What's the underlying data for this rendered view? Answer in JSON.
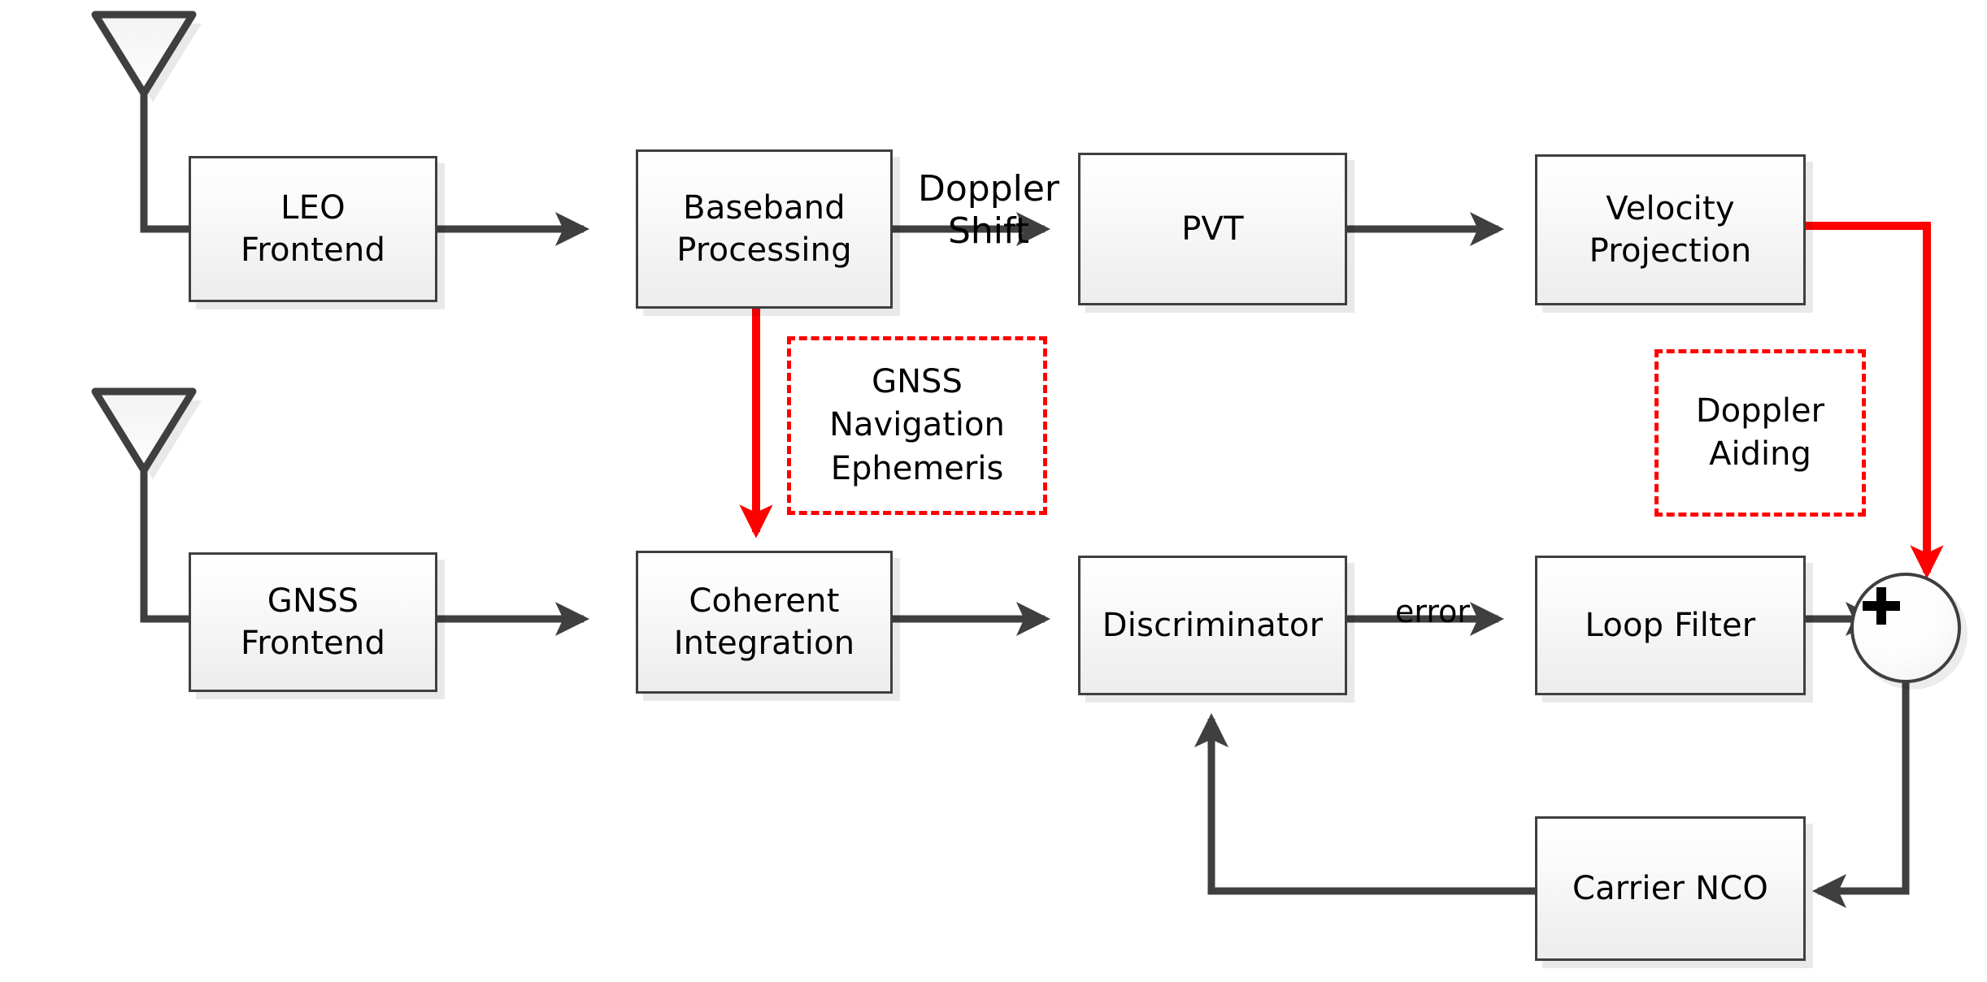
{
  "diagram": {
    "title": "LEO-aided GNSS receiver Doppler aiding block diagram",
    "background_color": "#ffffff",
    "box_border_color": "#3f3f3f",
    "wire_color": "#3f3f3f",
    "accent_color": "#ff0000",
    "text_color": "#000000"
  },
  "antennas": [
    {
      "name": "leo-antenna",
      "label": ""
    },
    {
      "name": "gnss-antenna",
      "label": ""
    }
  ],
  "blocks": [
    {
      "id": "leo_frontend",
      "label": "LEO\nFrontend"
    },
    {
      "id": "baseband_processing",
      "label": "Baseband\nProcessing"
    },
    {
      "id": "pvt",
      "label": "PVT"
    },
    {
      "id": "velocity_projection",
      "label": "Velocity\nProjection"
    },
    {
      "id": "gnss_frontend",
      "label": "GNSS\nFrontend"
    },
    {
      "id": "coherent_integration",
      "label": "Coherent\nIntegration"
    },
    {
      "id": "discriminator",
      "label": "Discriminator"
    },
    {
      "id": "loop_filter",
      "label": "Loop Filter"
    },
    {
      "id": "carrier_nco",
      "label": "Carrier NCO"
    }
  ],
  "annotations": [
    {
      "id": "gnss_nav_ephemeris",
      "label": "GNSS\nNavigation\nEphemeris",
      "style": "red-dashed"
    },
    {
      "id": "doppler_aiding",
      "label": "Doppler\nAiding",
      "style": "red-dashed"
    }
  ],
  "edge_labels": [
    {
      "id": "doppler_shift",
      "label": "Doppler\nShift"
    },
    {
      "id": "error",
      "label": "error"
    }
  ],
  "sum_junction": {
    "id": "summing_junction",
    "symbol": "+"
  },
  "connections": [
    {
      "from": "leo-antenna",
      "to": "leo_frontend",
      "color": "#3f3f3f"
    },
    {
      "from": "leo_frontend",
      "to": "baseband_processing",
      "color": "#3f3f3f"
    },
    {
      "from": "baseband_processing",
      "to": "pvt",
      "color": "#3f3f3f",
      "label": "Doppler Shift"
    },
    {
      "from": "pvt",
      "to": "velocity_projection",
      "color": "#3f3f3f"
    },
    {
      "from": "baseband_processing",
      "to": "coherent_integration",
      "color": "#ff0000"
    },
    {
      "from": "velocity_projection",
      "to": "summing_junction",
      "color": "#ff0000"
    },
    {
      "from": "gnss-antenna",
      "to": "gnss_frontend",
      "color": "#3f3f3f"
    },
    {
      "from": "gnss_frontend",
      "to": "coherent_integration",
      "color": "#3f3f3f"
    },
    {
      "from": "coherent_integration",
      "to": "discriminator",
      "color": "#3f3f3f"
    },
    {
      "from": "discriminator",
      "to": "loop_filter",
      "color": "#3f3f3f",
      "label": "error"
    },
    {
      "from": "loop_filter",
      "to": "summing_junction",
      "color": "#3f3f3f"
    },
    {
      "from": "summing_junction",
      "to": "carrier_nco",
      "color": "#3f3f3f"
    },
    {
      "from": "carrier_nco",
      "to": "discriminator",
      "color": "#3f3f3f"
    }
  ]
}
